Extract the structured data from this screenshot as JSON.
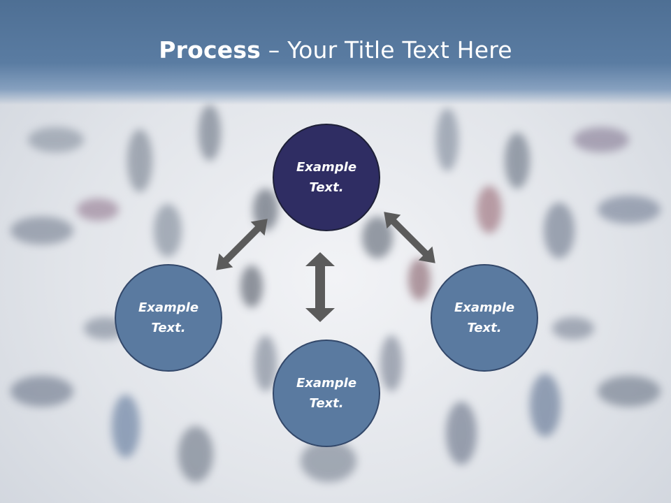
{
  "slide": {
    "title_bold": "Process",
    "title_rest": " – Your Title Text Here"
  },
  "diagram": {
    "nodes": [
      {
        "id": "top",
        "text": "Example\nText.",
        "fill": "#2f2d63"
      },
      {
        "id": "left",
        "text": "Example\nText.",
        "fill": "#5a7aa0"
      },
      {
        "id": "bottom",
        "text": "Example\nText.",
        "fill": "#5a7aa0"
      },
      {
        "id": "right",
        "text": "Example\nText.",
        "fill": "#5a7aa0"
      }
    ],
    "arrow_color": "#5b5b5b"
  }
}
